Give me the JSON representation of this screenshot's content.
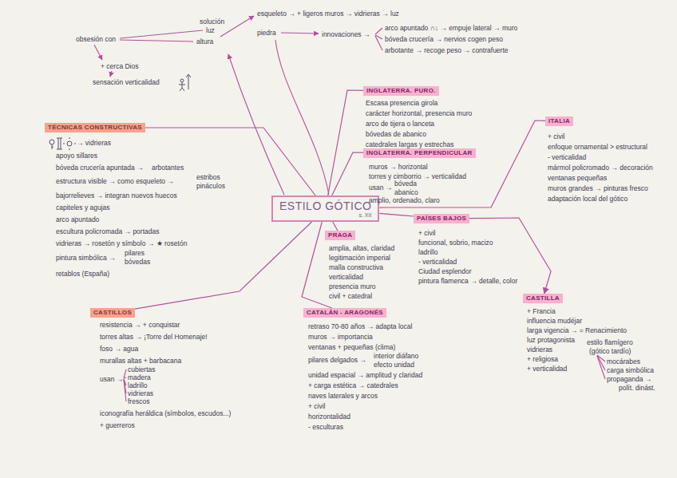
{
  "diagram": {
    "nodes": [
      {
        "text": [
          "ESTILO GÓTICO",
          "s. XII"
        ]
      },
      {
        "text": [
          "TÉCNICAS CONSTRUCTIVAS"
        ]
      },
      {
        "text": [
          "INGLATERRA. PURO."
        ]
      },
      {
        "text": [
          "INGLATERRA. PERPENDICULAR"
        ]
      },
      {
        "text": [
          "ITALIA"
        ]
      },
      {
        "text": [
          "PAÍSES BAJOS"
        ]
      },
      {
        "text": [
          "CASTILLA"
        ]
      },
      {
        "text": [
          "PRAGA"
        ]
      },
      {
        "text": [
          "CATALÁN - ARAGONÉS"
        ]
      },
      {
        "text": [
          "CASTILLOS"
        ]
      }
    ],
    "edges": [
      {
        "from": 0,
        "to": 1,
        "arrow": "none"
      },
      {
        "from": 0,
        "to": 2,
        "arrow": "none"
      },
      {
        "from": 0,
        "to": 3,
        "arrow": "none"
      },
      {
        "from": 0,
        "to": 4,
        "arrow": "none"
      },
      {
        "from": 0,
        "to": 5,
        "arrow": "none"
      },
      {
        "from": 0,
        "to": 7,
        "arrow": "none"
      },
      {
        "from": 0,
        "to": 8,
        "arrow": "none"
      },
      {
        "from": 0,
        "to": 9,
        "arrow": "none"
      },
      {
        "from": 5,
        "to": 6,
        "arrow": "to"
      }
    ],
    "labels": [
      "obsesión con",
      "luz",
      "altura",
      "+ cerca Dios",
      "sensación verticalidad",
      "solución",
      "esqueleto → + ligeros muros → vidrieras → luz",
      "piedra",
      "innovaciones →",
      "arco apuntado ∩↓ → empuje lateral → muro",
      "bóveda crucería → nervios cogen peso",
      "arbotante → recoge peso → contrafuerte",
      "→ vidrieras",
      "apoyo sillares",
      "bóveda crucería apuntada →",
      "arbotantes",
      "estructura visible → como esqueleto →",
      "estribos",
      "pináculos",
      "bajorrelieves → integran nuevos huecos",
      "capiteles y agujas",
      "arco apuntado",
      "escultura policromada → portadas",
      "vidrieras → rosetón y símbolo → ★ rosetón",
      "pintura simbólica →",
      "pilares",
      "bóvedas",
      "retablos (España)",
      "Escasa presencia girola",
      "carácter horizontal, presencia muro",
      "arco de tijera o lanceta",
      "bóvedas de abanico",
      "catedrales largas y estrechas",
      "muros → horizontal",
      "torres y cimborrio → verticalidad",
      "usan →",
      "bóveda",
      "abanico",
      "amplio, ordenado, claro",
      "+ civil",
      "enfoque ornamental > estructural",
      "- verticalidad",
      "mármol policromado → decoración",
      "ventanas pequeñas",
      "muros grandes → pinturas fresco",
      "adaptación local del gótico",
      "+ civil",
      "funcional, sobrio, macizo",
      "ladrillo",
      "- verticalidad",
      "Ciudad esplendor",
      "pintura flamenca → detalle, color",
      "+ Francia",
      "influencia mudéjar",
      "larga vigencia → = Renacimiento",
      "luz protagonista",
      "vidrieras",
      "+ religiosa",
      "+ verticalidad",
      "estilo flamígero",
      "(gótico tardío)",
      "mocárabes",
      "carga simbólica",
      "propaganda →",
      "polít. dinást.",
      "amplia, altas, claridad",
      "legitimación imperial",
      "malla constructiva",
      "verticalidad",
      "presencia muro",
      "civil + catedral",
      "retraso 70-80 años → adapta local",
      "muros → importancia",
      "ventanas + pequeñas (clima)",
      "pilares delgados →",
      "interior diáfano",
      "efecto unidad",
      "unidad espacial → amplitud y claridad",
      "+ carga estética → catedrales",
      "naves laterales y arcos",
      "+ civil",
      "horizontalidad",
      "- esculturas",
      "resistencia → + conquistar",
      "torres altas → ¡Torre del Homenaje!",
      "foso → agua",
      "murallas altas + barbacana",
      "usan →",
      "cubiertas",
      "madera",
      "ladrillo",
      "vidrieras",
      "frescos",
      "iconografía heráldica (símbolos, escudos...)",
      "+ guerreros"
    ]
  }
}
